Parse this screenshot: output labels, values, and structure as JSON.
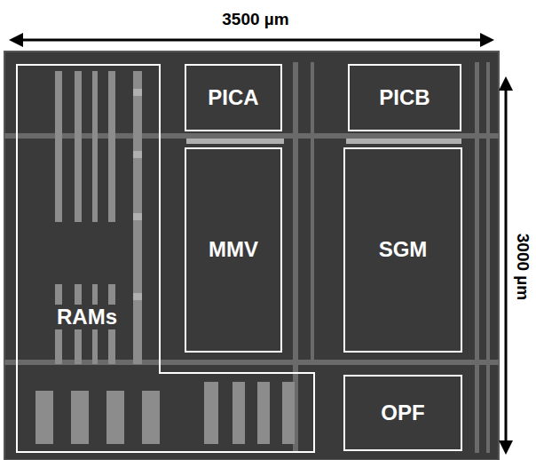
{
  "diagram": {
    "nodes": [
      {
        "text": [
          "RAMs"
        ]
      },
      {
        "text": [
          "PICA"
        ]
      },
      {
        "text": [
          "PICB"
        ]
      },
      {
        "text": [
          "MMV"
        ]
      },
      {
        "text": [
          "SGM"
        ]
      },
      {
        "text": [
          "OPF"
        ]
      }
    ],
    "labels": [
      "3500 µm",
      "3000 µm"
    ]
  }
}
